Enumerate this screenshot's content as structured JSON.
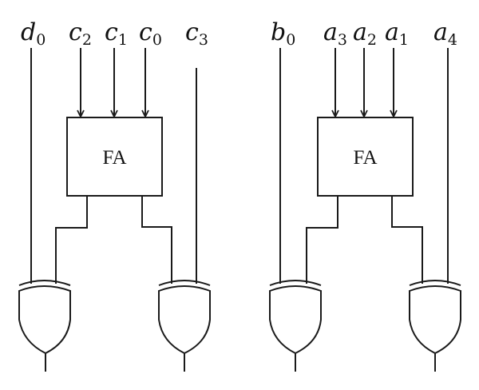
{
  "left": {
    "inputs": [
      {
        "letter": "d",
        "index": "0"
      },
      {
        "letter": "c",
        "index": "2"
      },
      {
        "letter": "c",
        "index": "1"
      },
      {
        "letter": "c",
        "index": "0"
      },
      {
        "letter": "c",
        "index": "3"
      }
    ],
    "block_label": "FA"
  },
  "right": {
    "inputs": [
      {
        "letter": "b",
        "index": "0"
      },
      {
        "letter": "a",
        "index": "3"
      },
      {
        "letter": "a",
        "index": "2"
      },
      {
        "letter": "a",
        "index": "1"
      },
      {
        "letter": "a",
        "index": "4"
      }
    ],
    "block_label": "FA"
  },
  "colors": {
    "line": "#1a1a1a",
    "background": "#ffffff"
  }
}
